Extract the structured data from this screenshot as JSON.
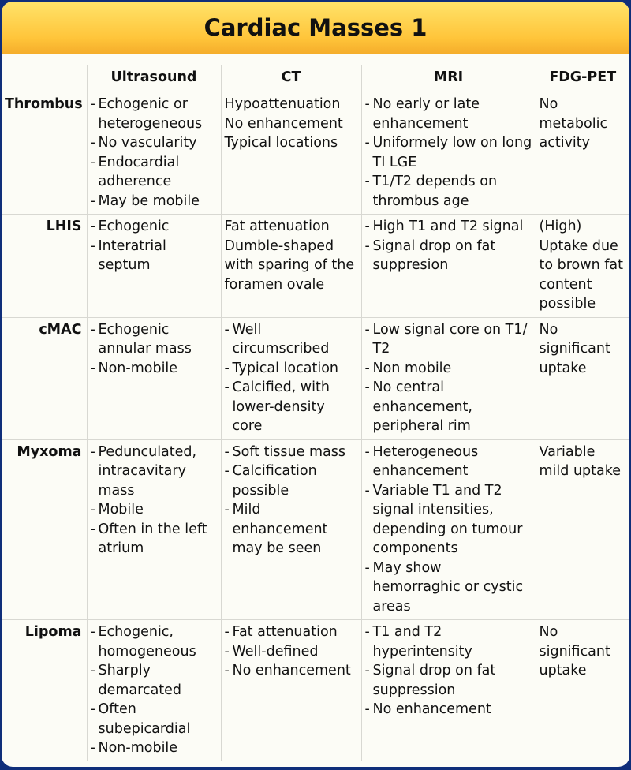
{
  "title": "Cardiac Masses 1",
  "columns": [
    "",
    "Ultrasound",
    "CT",
    "MRI",
    "FDG-PET"
  ],
  "rows": [
    {
      "label": "Thrombus",
      "ultrasound": {
        "bulleted": true,
        "items": [
          "Echogenic or heterogeneous",
          "No vascularity",
          "Endocardial adherence",
          "May be mobile"
        ]
      },
      "ct": {
        "bulleted": false,
        "items": [
          "Hypoattenuation",
          "No enhancement",
          "Typical locations"
        ]
      },
      "mri": {
        "bulleted": true,
        "items": [
          "No early or late enhancement",
          "Uniformely low on long TI LGE",
          "T1/T2 depends on thrombus age"
        ]
      },
      "pet": {
        "bulleted": false,
        "items": [
          "No metabolic activity"
        ]
      }
    },
    {
      "label": "LHIS",
      "ultrasound": {
        "bulleted": true,
        "items": [
          "Echogenic",
          "Interatrial septum"
        ]
      },
      "ct": {
        "bulleted": false,
        "items": [
          "Fat attenuation",
          "Dumble-shaped with sparing of the foramen ovale"
        ]
      },
      "mri": {
        "bulleted": true,
        "items": [
          "High T1 and T2 signal",
          "Signal drop on fat suppresion"
        ]
      },
      "pet": {
        "bulleted": false,
        "items": [
          "(High) Uptake due to brown fat content possible"
        ]
      }
    },
    {
      "label": "cMAC",
      "ultrasound": {
        "bulleted": true,
        "items": [
          "Echogenic annular mass",
          "Non-mobile"
        ]
      },
      "ct": {
        "bulleted": true,
        "items": [
          "Well circumscribed",
          "Typical location",
          "Calcified, with lower-density core"
        ]
      },
      "mri": {
        "bulleted": true,
        "items": [
          "Low signal core on T1/ T2",
          "Non mobile",
          "No central enhancement, peripheral rim"
        ]
      },
      "pet": {
        "bulleted": false,
        "items": [
          "No significant uptake"
        ]
      }
    },
    {
      "label": "Myxoma",
      "ultrasound": {
        "bulleted": true,
        "items": [
          "Pedunculated, intracavitary mass",
          "Mobile",
          "Often in the left atrium"
        ]
      },
      "ct": {
        "bulleted": true,
        "items": [
          "Soft tissue mass",
          "Calcification possible",
          "Mild enhancement may be seen"
        ]
      },
      "mri": {
        "bulleted": true,
        "items": [
          "Heterogeneous enhancement",
          "Variable T1 and T2 signal intensities, depending on tumour components",
          "May show hemorraghic or cystic areas"
        ]
      },
      "pet": {
        "bulleted": false,
        "items": [
          "Variable mild uptake"
        ]
      }
    },
    {
      "label": "Lipoma",
      "ultrasound": {
        "bulleted": true,
        "items": [
          "Echogenic, homogeneous",
          "Sharply demarcated",
          "Often subepicardial",
          "Non-mobile"
        ]
      },
      "ct": {
        "bulleted": true,
        "items": [
          "Fat attenuation",
          "Well-defined",
          "No enhancement"
        ]
      },
      "mri": {
        "bulleted": true,
        "items": [
          "T1 and T2 hyperintensity",
          "Signal drop on fat suppression",
          "No enhancement"
        ]
      },
      "pet": {
        "bulleted": false,
        "items": [
          "No significant uptake"
        ]
      }
    }
  ]
}
